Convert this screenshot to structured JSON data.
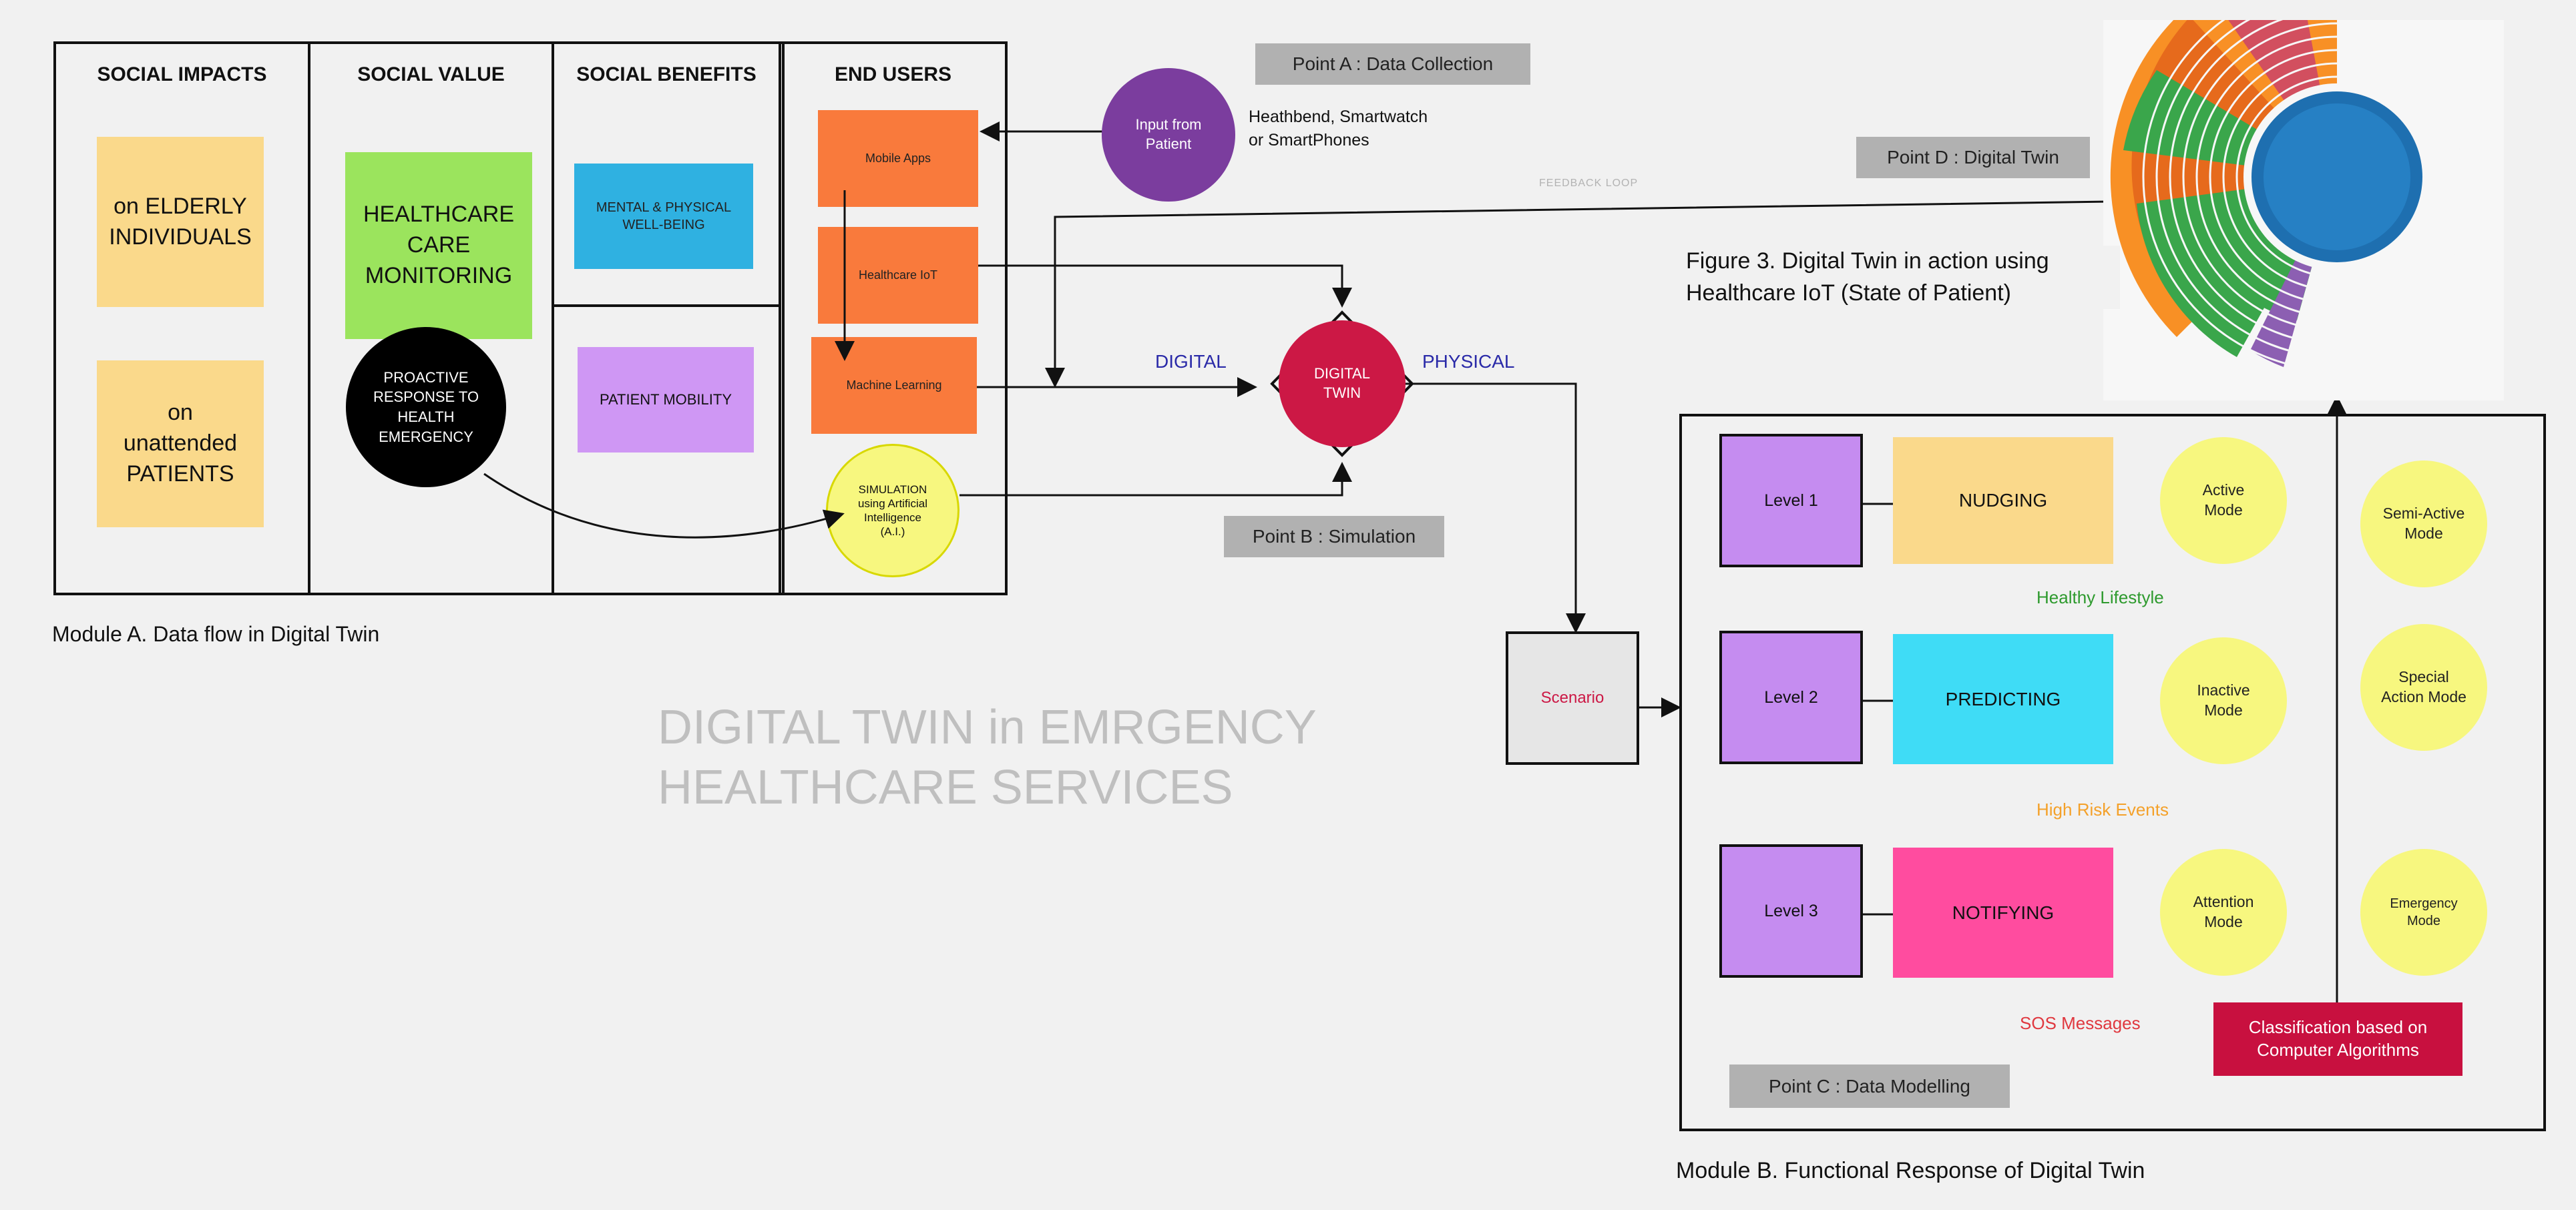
{
  "module_a": {
    "caption": "Module A. Data flow in Digital Twin",
    "columns": [
      "SOCIAL IMPACTS",
      "SOCIAL VALUE",
      "SOCIAL BENEFITS",
      "END USERS"
    ],
    "impacts": [
      "on ELDERLY INDIVIDUALS",
      "on unattended PATIENTS"
    ],
    "value": [
      "HEALTHCARE CARE MONITORING",
      "PROACTIVE RESPONSE TO HEALTH EMERGENCY"
    ],
    "benefits": [
      "MENTAL & PHYSICAL WELL-BEING",
      "PATIENT MOBILITY"
    ],
    "end_users": [
      "Mobile Apps",
      "Healthcare IoT",
      "Machine Learning"
    ],
    "simulation": "SIMULATION using Artificial Intelligence (A.I.)"
  },
  "points": {
    "a": "Point A : Data Collection",
    "b": "Point B : Simulation",
    "c": "Point C : Data Modelling",
    "d": "Point D : Digital Twin"
  },
  "input_node": "Input from Patient",
  "devices": "Heathbend, Smartwatch or SmartPhones",
  "feedback": "FEEDBACK LOOP",
  "twin": {
    "node": "DIGITAL TWIN",
    "digital": "DIGITAL",
    "physical": "PHYSICAL"
  },
  "figure_caption": "Figure 3. Digital Twin in action using Healthcare IoT (State of Patient)",
  "main_title": "DIGITAL TWIN in EMRGENCY HEALTHCARE SERVICES",
  "scenario": "Scenario",
  "module_b": {
    "caption": "Module B. Functional Response of Digital Twin",
    "levels": [
      {
        "level": "Level 1",
        "action": "NUDGING",
        "mode1": "Active Mode",
        "mode2": "Semi-Active Mode"
      },
      {
        "level": "Level 2",
        "action": "PREDICTING",
        "mode1": "Inactive Mode",
        "mode2": "Special Action Mode"
      },
      {
        "level": "Level 3",
        "action": "NOTIFYING",
        "mode1": "Attention Mode",
        "mode2": "Emergency Mode"
      }
    ],
    "separators": [
      "Healthy Lifestyle",
      "High Risk Events",
      "SOS Messages"
    ],
    "classification": "Classification based on Computer Algorithms"
  },
  "colors": {
    "twin": "#cc1845",
    "input": "#7b3d9e",
    "orange": "#f97a3c",
    "predict": "#3fdcf6",
    "notify": "#ff4c9f",
    "level": "#c58cf0",
    "mode": "#f7f77f",
    "healthy": "#2e9a2e",
    "risk": "#f4a12a",
    "sos": "#e0383f",
    "class_box": "#c8103f",
    "blue_label": "#2a2aa8"
  }
}
